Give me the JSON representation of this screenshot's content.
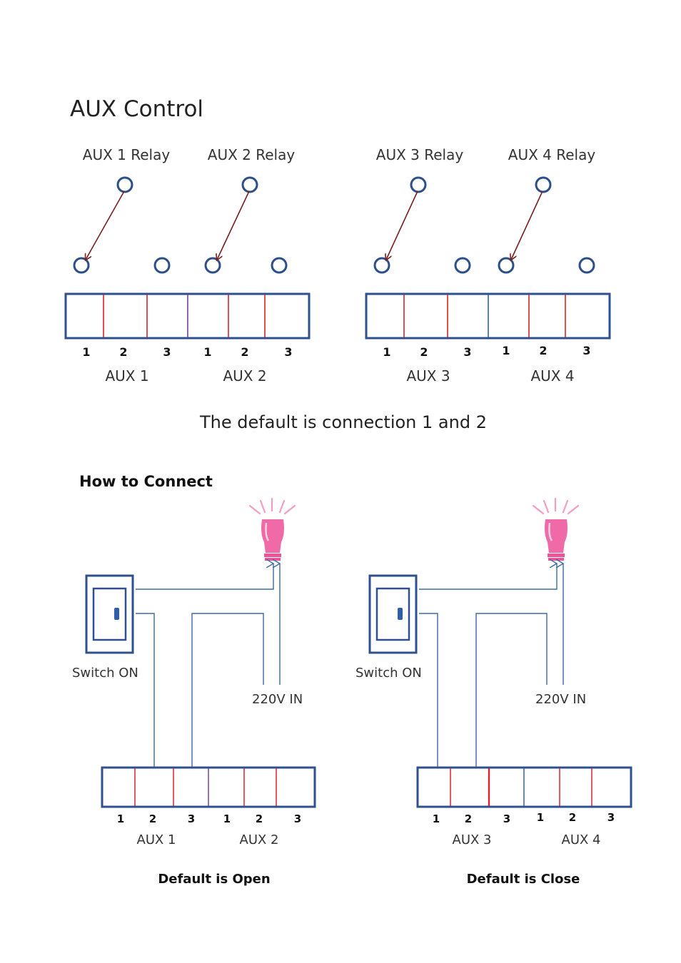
{
  "top": {
    "title": "AUX Control",
    "relays": [
      "AUX 1 Relay",
      "AUX 2 Relay",
      "AUX 3 Relay",
      "AUX 4 Relay"
    ],
    "pins": [
      "1",
      "2",
      "3",
      "1",
      "2",
      "3",
      "1",
      "2",
      "3",
      "1",
      "2",
      "3"
    ],
    "groups": [
      "AUX 1",
      "AUX 2",
      "AUX 3",
      "AUX 4"
    ],
    "caption": "The default is connection 1 and 2"
  },
  "bottom": {
    "title": "How to Connect",
    "left": {
      "switch_label": "Switch ON",
      "power_label": "220V IN",
      "pins": [
        "1",
        "2",
        "3",
        "1",
        "2",
        "3"
      ],
      "groups": [
        "AUX 1",
        "AUX 2"
      ],
      "caption": "Default is Open"
    },
    "right": {
      "switch_label": "Switch ON",
      "power_label": "220V IN",
      "pins": [
        "1",
        "2",
        "3",
        "1",
        "2",
        "3"
      ],
      "groups": [
        "AUX 3",
        "AUX 4"
      ],
      "caption": "Default is Close"
    }
  },
  "colors": {
    "terminal_outline": "#2f4f8f",
    "relay_circle": "#2b4f8a",
    "relay_arm": "#7a1f1f",
    "divider_red": "#e0202a",
    "divider_purple": "#7b3fa0",
    "divider_blue": "#2f5fa8",
    "wire": "#3d6aa8",
    "bulb": "#f06aa8",
    "text": "#222222"
  }
}
